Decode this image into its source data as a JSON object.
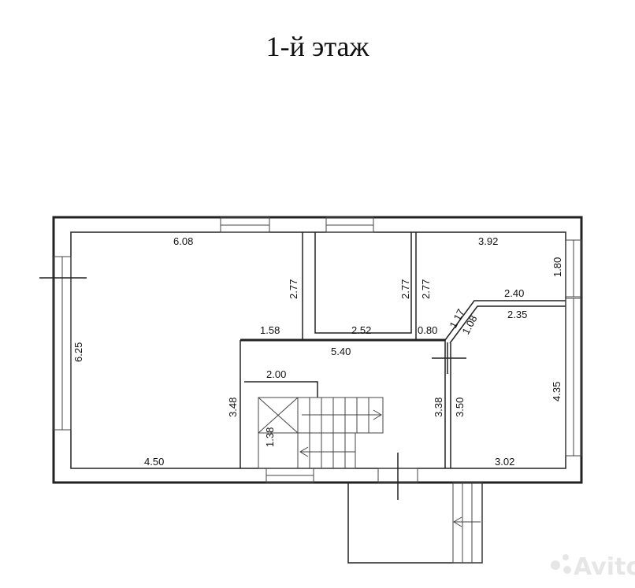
{
  "title": "1-й этаж",
  "dimensions": {
    "d608": "6.08",
    "d277a": "2.77",
    "d277b": "2.77",
    "d277c": "2.77",
    "d392": "3.92",
    "d180": "1.80",
    "d625": "6.25",
    "d240": "2.40",
    "d117": "1.17",
    "d108": "1.08",
    "d235": "2.35",
    "d158": "1.58",
    "d252": "2.52",
    "d080": "0.80",
    "d540": "5.40",
    "d200": "2.00",
    "d348": "3.48",
    "d138": "1.38",
    "d338": "3.38",
    "d350": "3.50",
    "d435": "4.35",
    "d450": "4.50",
    "d302": "3.02"
  },
  "watermark": "Avito"
}
